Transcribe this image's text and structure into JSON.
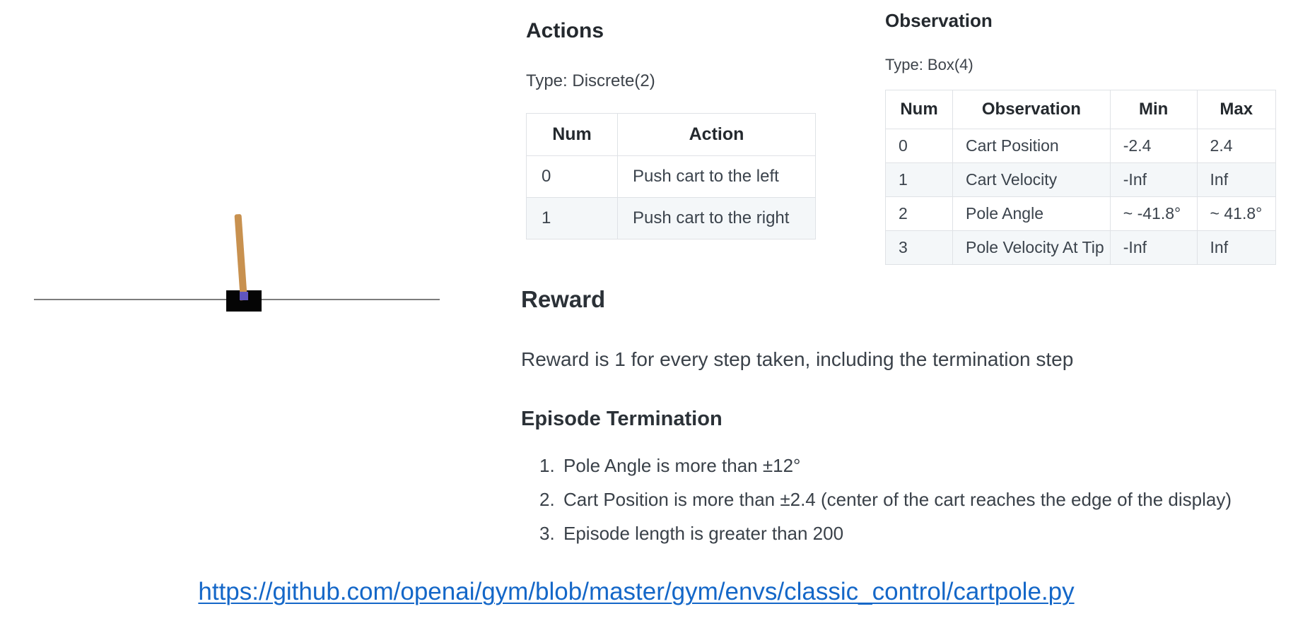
{
  "cartpole": {
    "description": "cartpole-environment-render",
    "colors": {
      "pole": "#c8914f",
      "cart": "#050505",
      "axle": "#6055c0",
      "track": "#7d7d7d"
    }
  },
  "actions": {
    "heading": "Actions",
    "type_label": "Type: Discrete(2)",
    "table": {
      "headers": [
        "Num",
        "Action"
      ],
      "rows": [
        [
          "0",
          "Push cart to the left"
        ],
        [
          "1",
          "Push cart to the right"
        ]
      ]
    }
  },
  "observation": {
    "heading": "Observation",
    "type_label": "Type: Box(4)",
    "table": {
      "headers": [
        "Num",
        "Observation",
        "Min",
        "Max"
      ],
      "rows": [
        [
          "0",
          "Cart Position",
          "-2.4",
          "2.4"
        ],
        [
          "1",
          "Cart Velocity",
          "-Inf",
          "Inf"
        ],
        [
          "2",
          "Pole Angle",
          "~ -41.8°",
          "~ 41.8°"
        ],
        [
          "3",
          "Pole Velocity At Tip",
          "-Inf",
          "Inf"
        ]
      ]
    }
  },
  "reward": {
    "heading": "Reward",
    "text": "Reward is 1 for every step taken, including the termination step"
  },
  "termination": {
    "heading": "Episode Termination",
    "items": [
      {
        "num": "1.",
        "text": "Pole Angle is more than ±12°"
      },
      {
        "num": "2.",
        "text": "Cart Position is more than ±2.4 (center of the cart reaches the edge of the display)"
      },
      {
        "num": "3.",
        "text": "Episode length is greater than 200"
      }
    ]
  },
  "link": {
    "url": "https://github.com/openai/gym/blob/master/gym/envs/classic_control/cartpole.py",
    "color": "#1467c8"
  }
}
